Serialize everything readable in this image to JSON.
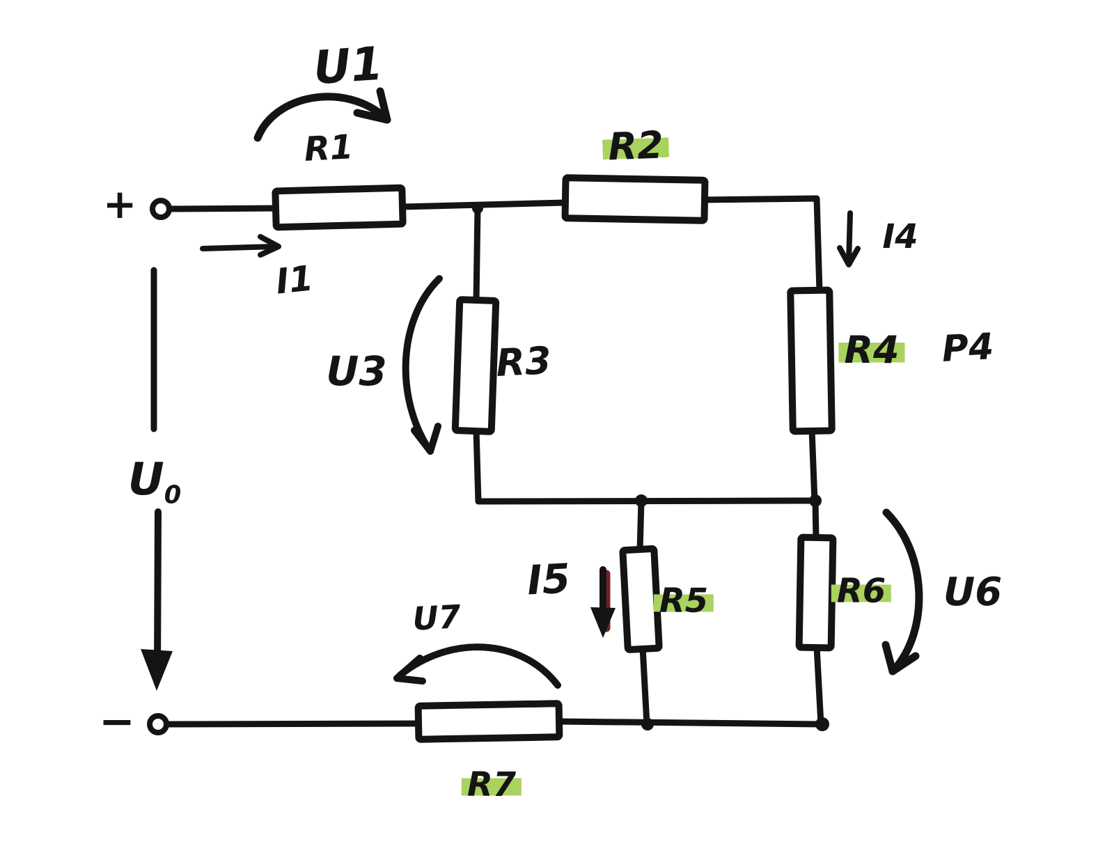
{
  "labels": {
    "u1": "U1",
    "r1": "R1",
    "r2": "R2",
    "plus": "+",
    "i1": "I1",
    "i4": "I4",
    "u3": "U3",
    "r3": "R3",
    "r4": "R4",
    "p4": "P4",
    "u0_base": "U",
    "u0_sub": "0",
    "i5": "I5",
    "r5": "R5",
    "r6": "R6",
    "u6": "U6",
    "u7": "U7",
    "minus": "−",
    "r7": "R7"
  },
  "colors": {
    "ink": "#141414",
    "highlight": "#a9d25f",
    "accent_red": "#7a1f1f",
    "background": "#ffffff"
  }
}
